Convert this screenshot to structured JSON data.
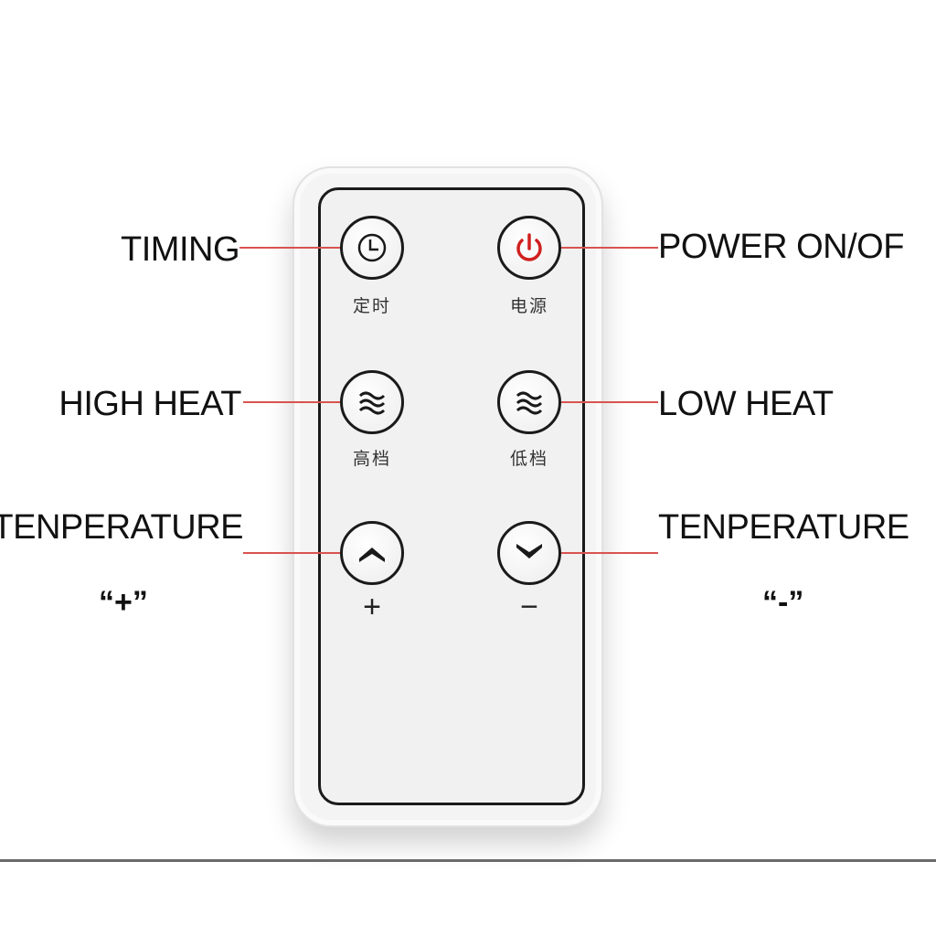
{
  "remote": {
    "buttons": [
      {
        "id": "timing",
        "icon": "clock-icon",
        "caption": "定时",
        "label": "TIMING"
      },
      {
        "id": "power",
        "icon": "power-icon",
        "caption": "电源",
        "label": "POWER ON/OF"
      },
      {
        "id": "high-heat",
        "icon": "heat-waves-icon",
        "caption": "高档",
        "label": "HIGH HEAT"
      },
      {
        "id": "low-heat",
        "icon": "heat-waves-icon",
        "caption": "低档",
        "label": "LOW HEAT"
      },
      {
        "id": "temp-up",
        "icon": "chevron-up-icon",
        "caption": "+",
        "label": "TENPERATURE",
        "sub": "“+”"
      },
      {
        "id": "temp-down",
        "icon": "chevron-down-icon",
        "caption": "−",
        "label": "TENPERATURE",
        "sub": "“-”"
      }
    ]
  },
  "colors": {
    "callout_line": "#d9534f",
    "power_icon": "#d0201e",
    "outline": "#1a1a1a"
  }
}
